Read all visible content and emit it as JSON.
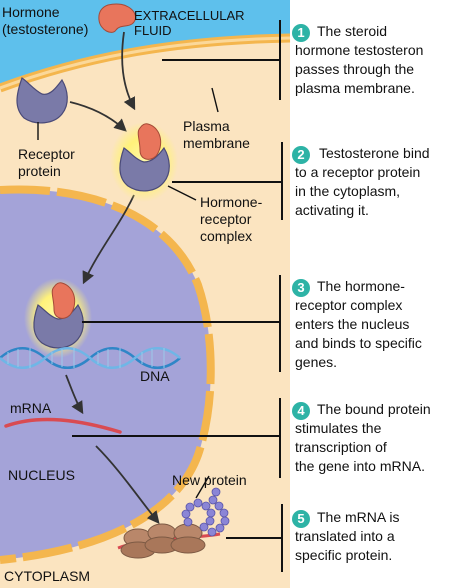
{
  "labels": {
    "hormone": "Hormone\n(testosterone)",
    "extracellular": "EXTRACELLULAR\nFLUID",
    "plasma_membrane": "Plasma\nmembrane",
    "receptor_protein": "Receptor\nprotein",
    "hormone_receptor_complex": "Hormone-\nreceptor\ncomplex",
    "dna": "DNA",
    "mrna": "mRNA",
    "nucleus": "NUCLEUS",
    "new_protein": "New protein",
    "cytoplasm": "CYTOPLASM"
  },
  "steps": [
    {
      "number": "1",
      "text": "The steroid\nhormone testosteron\npasses through the\nplasma membrane."
    },
    {
      "number": "2",
      "text": "Testosterone bind\nto a receptor protein\nin the cytoplasm,\nactivating it."
    },
    {
      "number": "3",
      "text": "The hormone-\nreceptor complex\nenters the nucleus\nand binds to specific\ngenes."
    },
    {
      "number": "4",
      "text": "The bound protein\nstimulates the\ntranscription of\nthe gene into mRNA."
    },
    {
      "number": "5",
      "text": "The mRNA is\ntranslated into a\nspecific protein."
    }
  ],
  "colors": {
    "extracellular": "#5ec0ec",
    "cytoplasm": "#fbe4c0",
    "membrane": "#f4b64e",
    "nucleus": "#a4a3d8",
    "hormone": "#e8755c",
    "receptor": "#7a7aa8",
    "glow": "#fff27a",
    "badge": "#2db3a6",
    "dna": "#2f86c7",
    "mrna": "#d94b52",
    "protein": "#8b85d6",
    "ribosome": "#b9876a"
  }
}
